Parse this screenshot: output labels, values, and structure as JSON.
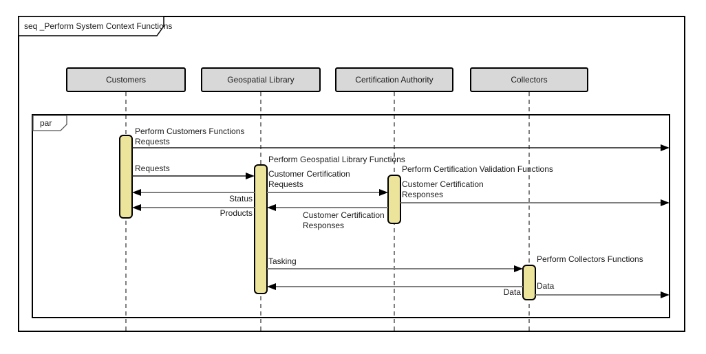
{
  "diagram": {
    "type": "uml-sequence-diagram",
    "title": "seq _Perform System Context Functions",
    "fragment_operator": "par"
  },
  "lifelines": [
    {
      "name": "Customers"
    },
    {
      "name": "Geospatial Library"
    },
    {
      "name": "Certification Authority"
    },
    {
      "name": "Collectors"
    }
  ],
  "activations": [
    {
      "lifeline": "Customers",
      "label": "Perform Customers Functions"
    },
    {
      "lifeline": "Geospatial Library",
      "label": "Perform Geospatial Library Functions"
    },
    {
      "lifeline": "Certification Authority",
      "label": "Perform Certification Validation Functions"
    },
    {
      "lifeline": "Collectors",
      "label": "Perform Collectors Functions"
    }
  ],
  "messages": [
    {
      "label": "Requests",
      "from": "Customers",
      "to": "environment-right-edge",
      "line_color": "black"
    },
    {
      "label": "Requests",
      "from": "Customers",
      "to": "Geospatial Library",
      "line_color": "black"
    },
    {
      "label": "Customer Certification Requests",
      "from": "Geospatial Library",
      "to": "Certification Authority",
      "line_color": "gray"
    },
    {
      "label": "Status",
      "from": "Geospatial Library",
      "to": "Customers",
      "line_color": "gray"
    },
    {
      "label": "Products",
      "from": "Geospatial Library",
      "to": "Customers",
      "line_color": "gray"
    },
    {
      "label": "Customer Certification Responses",
      "from": "Certification Authority",
      "to": "environment-right-edge",
      "line_color": "gray"
    },
    {
      "label": "Customer Certification Responses",
      "from": "Certification Authority",
      "to": "Geospatial Library",
      "line_color": "gray"
    },
    {
      "label": "Tasking",
      "from": "Geospatial Library",
      "to": "Collectors",
      "line_color": "gray"
    },
    {
      "label": "Data",
      "from": "Collectors",
      "to": "Geospatial Library",
      "line_color": "gray"
    },
    {
      "label": "Data",
      "from": "Collectors",
      "to": "environment-right-edge",
      "line_color": "gray"
    }
  ],
  "colors": {
    "background": "#ffffff",
    "frame_border": "#000000",
    "lifeline_head_fill": "#d8d8d8",
    "activation_fill": "#ece49b",
    "message_gray": "#7f7f7f",
    "message_black": "#1a1a1a"
  }
}
